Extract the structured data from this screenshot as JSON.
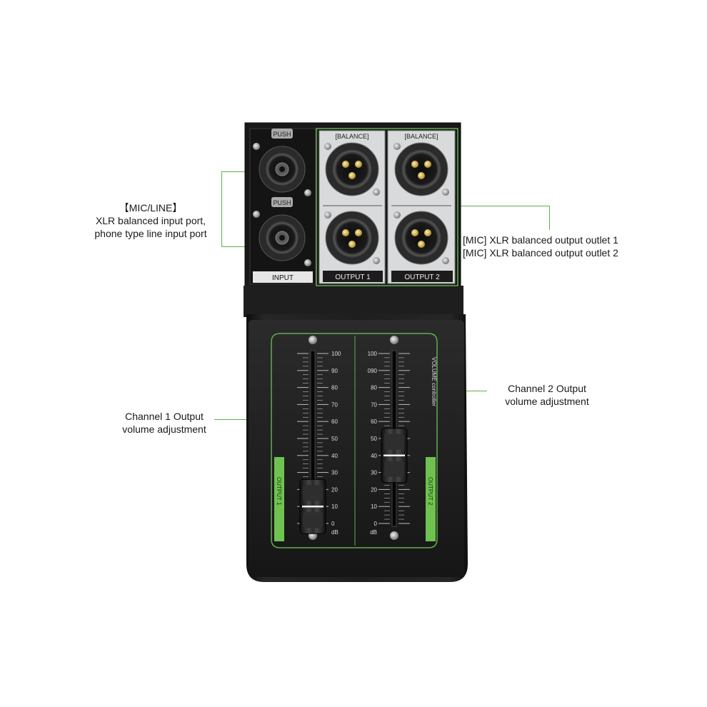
{
  "callouts": {
    "input": {
      "line1": "【MIC/LINE】",
      "line2": "XLR balanced input port,",
      "line3": "phone type line input port"
    },
    "outputs": {
      "line1": "[MIC] XLR balanced output outlet 1",
      "line2": "[MIC] XLR balanced output outlet 2"
    },
    "channel1": {
      "line1": "Channel 1 Output",
      "line2": "volume adjustment"
    },
    "channel2": {
      "line1": "Channel 2 Output",
      "line2": "volume adjustment"
    }
  },
  "panel": {
    "input_label": "INPUT",
    "push_label": "PUSH",
    "output1_label": "OUTPUT 1",
    "output2_label": "OUTPUT 2",
    "balance_label": "[BALANCE]",
    "side_label": "VOLUME controller"
  },
  "fader1": {
    "side_label": "OUTPUT 1",
    "scale": [
      "100",
      "90",
      "80",
      "70",
      "60",
      "50",
      "40",
      "30",
      "20",
      "10",
      "0"
    ],
    "unit": "dB",
    "level": 10
  },
  "fader2": {
    "side_label": "OUTPUT 2",
    "scale": [
      "100",
      "090",
      "80",
      "70",
      "60",
      "50",
      "40",
      "30",
      "20",
      "10",
      "0"
    ],
    "unit": "dB",
    "level": 40
  },
  "colors": {
    "accent": "#5fb04a",
    "body": "#1c1c1c",
    "plate": "#d8dadb"
  }
}
